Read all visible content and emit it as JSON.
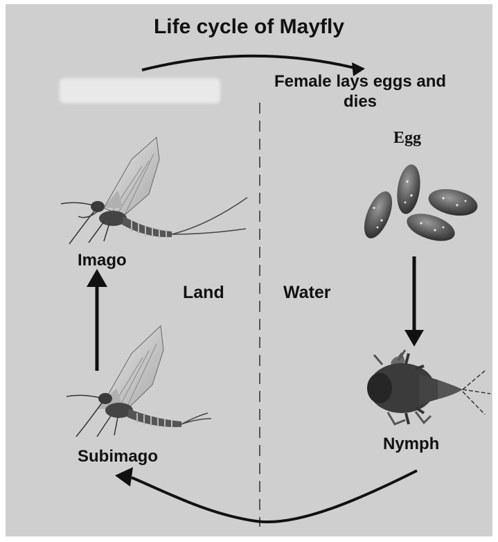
{
  "title": "Life cycle of Mayfly",
  "labels": {
    "female_lays_eggs": "Female lays eggs and  dies",
    "egg": "Egg",
    "imago": "Imago",
    "land": "Land",
    "water": "Water",
    "subimago": "Subimago",
    "nymph": "Nymph"
  },
  "colors": {
    "background": "#cfcfcf",
    "ink": "#111111"
  },
  "icons": [
    "mayfly-imago-icon",
    "mayfly-subimago-icon",
    "egg-cluster-icon",
    "nymph-icon"
  ]
}
